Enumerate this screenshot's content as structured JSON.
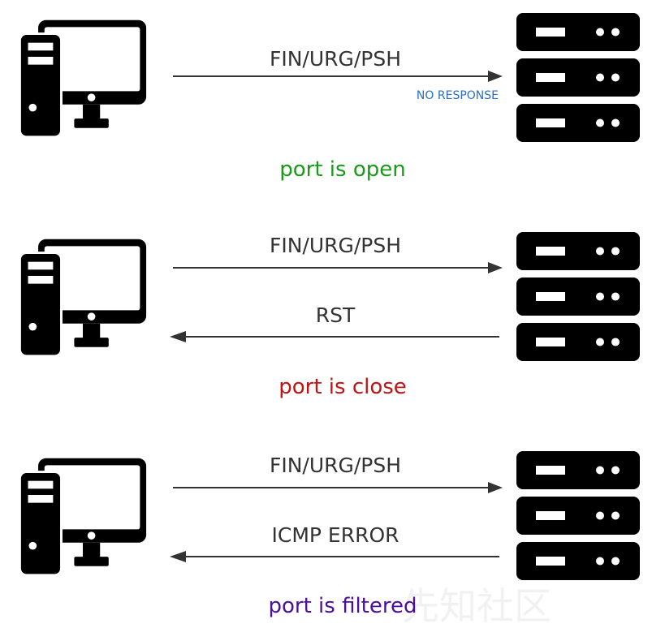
{
  "scenarios": [
    {
      "outbound_label": "FIN/URG/PSH",
      "note": "NO RESPONSE",
      "result": "port is open"
    },
    {
      "outbound_label": "FIN/URG/PSH",
      "reply_label": "RST",
      "result": "port is close"
    },
    {
      "outbound_label": "FIN/URG/PSH",
      "reply_label": "ICMP ERROR",
      "result": "port is filtered"
    }
  ],
  "watermark": "先知社区",
  "colors": {
    "open": "#1a9a1a",
    "close": "#c31414",
    "filtered": "#4b0fa0",
    "note": "#2a6fc4",
    "arrow": "#333333",
    "icon": "#000000"
  },
  "icons": {
    "client": "desktop-computer-icon",
    "server": "server-rack-icon"
  }
}
